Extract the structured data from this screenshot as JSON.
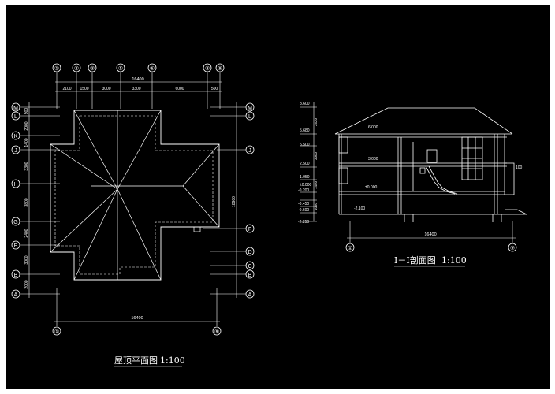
{
  "roof_plan": {
    "title": "屋顶平面图",
    "scale": "1:100",
    "top_axis_labels": [
      "①",
      "②",
      "③",
      "⑤",
      "⑥",
      "⑧",
      "⑨"
    ],
    "top_total_dim": "16400",
    "top_dims": [
      "2100",
      "1500",
      "3000",
      "3300",
      "6000",
      "500"
    ],
    "left_axis_labels": [
      "M",
      "L",
      "K",
      "J",
      "H",
      "G",
      "E",
      "B",
      "A"
    ],
    "left_dims": [
      "900",
      "2000",
      "1400",
      "3300",
      "3800",
      "2400",
      "3000",
      "2000"
    ],
    "right_axis_labels": [
      "M",
      "L",
      "J",
      "F",
      "D",
      "C",
      "B",
      "A"
    ],
    "right_total_dim": "18900",
    "bottom_total_dim": "16400",
    "bottom_axis_labels": [
      "①",
      "⑨"
    ]
  },
  "section": {
    "title": "Ⅰ－Ⅰ剖面图",
    "scale": "1:100",
    "left_levels": [
      "8.600",
      "5.680",
      "5.500",
      "2.500",
      "1.050",
      "±0.000",
      "-0.200",
      "-0.450",
      "-0.600",
      "-2.250"
    ],
    "left_dims": [
      "2520",
      "3000",
      "1450",
      "1050"
    ],
    "inner_levels": [
      "6.000",
      "3.000",
      "±0.000",
      "-2.100"
    ],
    "right_dim": "100",
    "bottom_dim": "16400",
    "bottom_axis_labels": [
      "①",
      "⑨"
    ]
  }
}
